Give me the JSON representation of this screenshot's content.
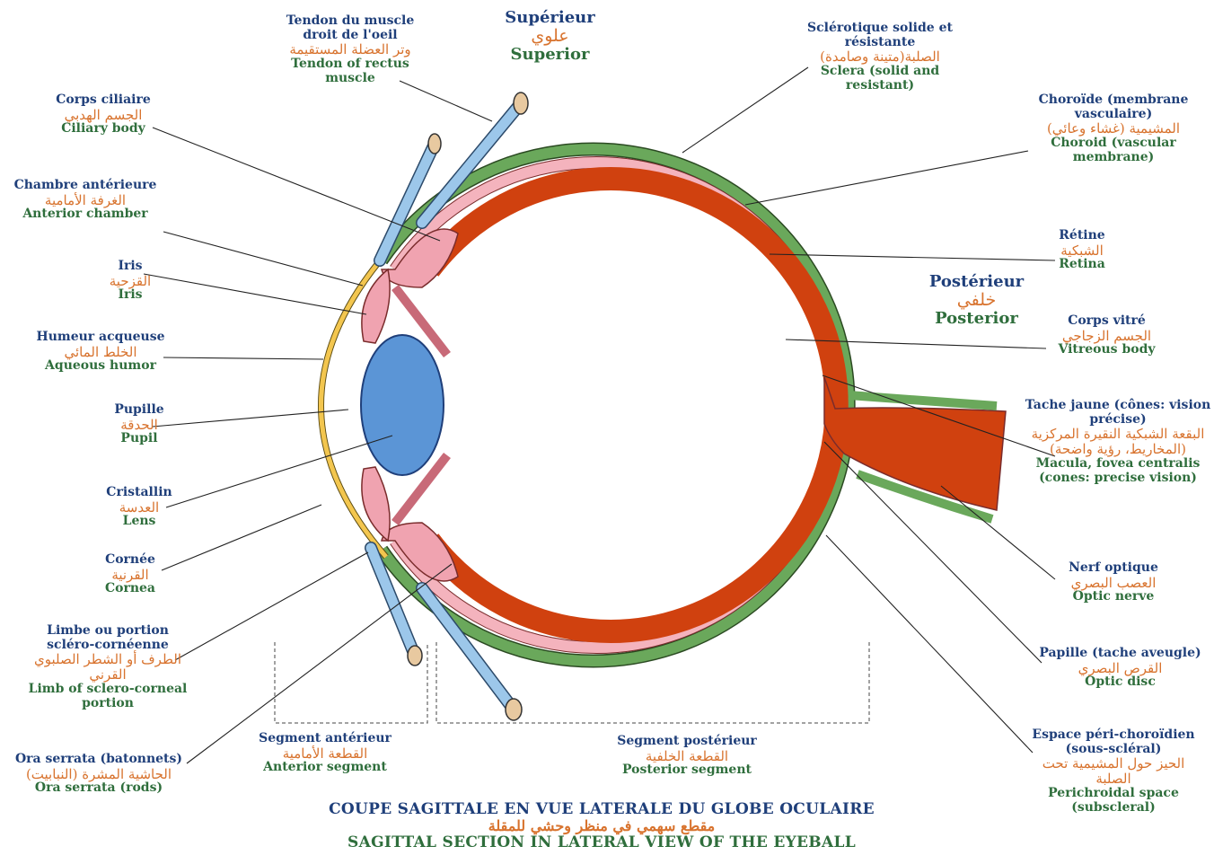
{
  "labels": {
    "superior": {
      "fr": "Supérieur",
      "ar": "علوي",
      "en": "Superior"
    },
    "tendon": {
      "fr": "Tendon du muscle droit de l'oeil",
      "ar": "وتر العضلة المستقيمة",
      "en": "Tendon of rectus muscle"
    },
    "sclera": {
      "fr": "Sclérotique solide et résistante",
      "ar": "الصلبة(متينة وصامدة)",
      "en": "Sclera (solid and resistant)"
    },
    "ciliary": {
      "fr": "Corps ciliaire",
      "ar": "الجسم الهدبي",
      "en": "Ciliary body"
    },
    "choroid": {
      "fr": "Choroïde (membrane vasculaire)",
      "ar": "المشيمية (غشاء وعائي)",
      "en": "Choroid (vascular membrane)"
    },
    "chamber": {
      "fr": "Chambre antérieure",
      "ar": "الغرفة الأمامية",
      "en": "Anterior chamber"
    },
    "retina": {
      "fr": "Rétine",
      "ar": "الشبكية",
      "en": "Retina"
    },
    "iris": {
      "fr": "Iris",
      "ar": "القزحية",
      "en": "Iris"
    },
    "posterior": {
      "fr": "Postérieur",
      "ar": "خلفي",
      "en": "Posterior"
    },
    "aqueous": {
      "fr": "Humeur acqueuse",
      "ar": "الخلط المائي",
      "en": "Aqueous humor"
    },
    "vitreous": {
      "fr": "Corps vitré",
      "ar": "الجسم الزجاجي",
      "en": "Vitreous body"
    },
    "pupil": {
      "fr": "Pupille",
      "ar": "الحدقة",
      "en": "Pupil"
    },
    "macula": {
      "fr": "Tache jaune (cônes: vision précise)",
      "ar": "البقعة الشبكية النقيرة المركزية (المخاريط، رؤية واضحة)",
      "en": "Macula, fovea centralis (cones: precise vision)"
    },
    "lens": {
      "fr": "Cristallin",
      "ar": "العدسة",
      "en": "Lens"
    },
    "cornea": {
      "fr": "Cornée",
      "ar": "القرنية",
      "en": "Cornea"
    },
    "optic_nerve": {
      "fr": "Nerf optique",
      "ar": "العصب البصري",
      "en": "Optic nerve"
    },
    "limbus": {
      "fr": "Limbe ou portion scléro-cornéenne",
      "ar": "الطرف أو الشطر الصلبوي القرني",
      "en": "Limb of sclero-corneal portion"
    },
    "papilla": {
      "fr": "Papille (tache aveugle)",
      "ar": "القرص البصري",
      "en": "Optic disc"
    },
    "seg_ant": {
      "fr": "Segment antérieur",
      "ar": "القطعة الأمامية",
      "en": "Anterior segment"
    },
    "seg_post": {
      "fr": "Segment postérieur",
      "ar": "القطعة الخلفية",
      "en": "Posterior segment"
    },
    "perichoroid": {
      "fr": "Espace péri-choroïdien (sous-scléral)",
      "ar": "الحيز حول المشيمية تحت الصلبة",
      "en": "Perichroidal space (subscleral)"
    },
    "ora": {
      "fr": "Ora serrata (batonnets)",
      "ar": "الحاشية المشرة (النبابيت)",
      "en": "Ora serrata (rods)"
    }
  },
  "title": {
    "fr": "COUPE SAGITTALE EN VUE LATERALE DU GLOBE OCULAIRE",
    "ar": "مقطع سهمي في منظر وحشي للمقلة",
    "en": "SAGITTAL SECTION IN LATERAL VIEW OF THE EYEBALL"
  },
  "colors": {
    "sclera": "#5f9e4f",
    "choroid": "#f2a9b4",
    "retina": "#cc3d0e",
    "lens": "#5b95d6",
    "cornea": "#f3c64f",
    "tendon": "#9cc7ea",
    "ciliary": "#f0a3b0",
    "label_fr": "#1f3f7a",
    "label_ar": "#d8732e",
    "label_en": "#2f6e3c"
  }
}
